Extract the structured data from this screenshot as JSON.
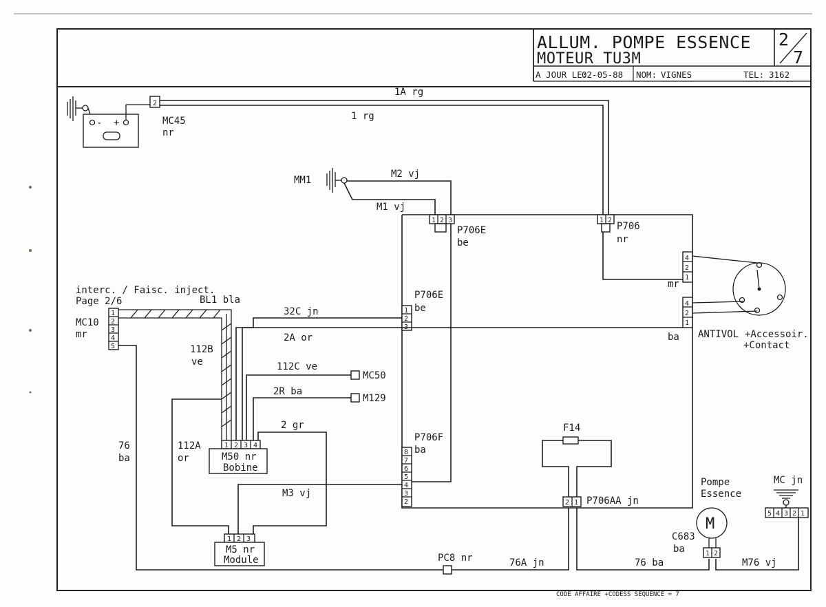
{
  "title_block": {
    "title_line1": "ALLUM. POMPE ESSENCE",
    "title_line2": "MOTEUR TU3M",
    "sheet_num": "2",
    "sheet_total": "7",
    "date_label": "A JOUR LE:",
    "date_value": "02-05-88",
    "name_label": "NOM:",
    "name_value": "VIGNES",
    "tel_label": "TEL:",
    "tel_value": "3162"
  },
  "footer": {
    "code": "CODE AFFAIRE +CODESS SEQUENCE = 7"
  },
  "wires": {
    "w_1a_rg": "1A rg",
    "w_1_rg": "1 rg",
    "w_m2_vj": "M2 vj",
    "w_m1_vj": "M1 vj",
    "w_32c_jn": "32C jn",
    "w_2a_or": "2A or",
    "w_112c_ve": "112C ve",
    "w_2r_ba": "2R ba",
    "w_2_gr": "2 gr",
    "w_m3_vj": "M3 vj",
    "w_112b": "112B",
    "w_112b_col": "ve",
    "w_112a": "112A",
    "w_112a_col": "or",
    "w_76": "76",
    "w_76_col": "ba",
    "w_76a_jn": "76A jn",
    "w_76_ba": "76 ba",
    "w_m76_vj": "M76 vj",
    "w_bl1_bla": "BL1 bla"
  },
  "components": {
    "mc45": "MC45",
    "mc45_col": "nr",
    "mm1": "MM1",
    "p706e_top": "P706E",
    "p706e_top_col": "be",
    "p706": "P706",
    "p706_col": "nr",
    "p706e_mid": "P706E",
    "p706e_mid_col": "be",
    "p706f": "P706F",
    "p706f_col": "ba",
    "interc": "interc. / Faisc. inject.",
    "interc_page": "Page 2/6",
    "mc10": "MC10",
    "mc10_col": "mr",
    "mc50": "MC50",
    "m129": "M129",
    "m50": "M50 nr",
    "m50_name": "Bobine",
    "m5": "M5 nr",
    "m5_name": "Module",
    "f14": "F14",
    "p706aa": "P706AA jn",
    "pc8": "PC8 nr",
    "pompe1": "Pompe",
    "pompe2": "Essence",
    "motor_letter": "M",
    "c683": "C683",
    "c683_col": "ba",
    "mc_jn": "MC jn",
    "antivol_col_mr": "mr",
    "antivol_col_ba": "ba",
    "antivol": "ANTIVOL",
    "antivol_acc": "+Accessoir.",
    "antivol_contact": "+Contact"
  }
}
